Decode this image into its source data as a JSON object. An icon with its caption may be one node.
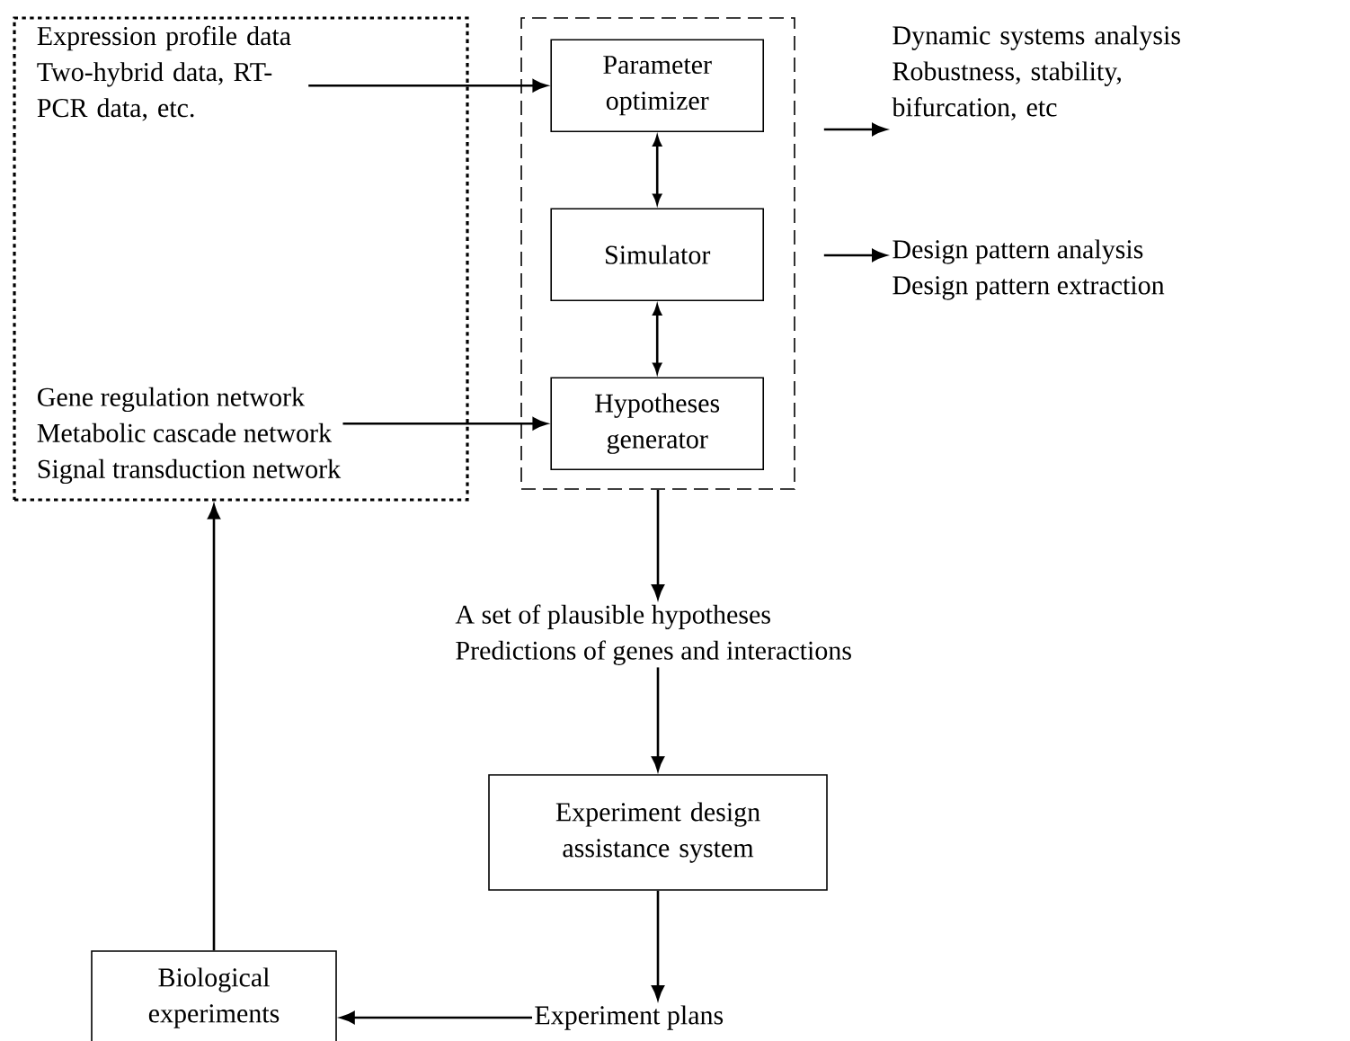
{
  "diagram": {
    "nodes": [
      {
        "text": [],
        "shape": "box"
      },
      {
        "text": [
          "Expression profile data",
          "Two-hybrid data, RT-PCR data, etc."
        ],
        "in": 0
      },
      {
        "text": [
          "Gene regulation network",
          "Metabolic cascade network",
          "Signal transduction network"
        ],
        "in": 0
      },
      {
        "text": [],
        "shape": "box"
      },
      {
        "text": [
          "Parameter optimizer"
        ],
        "in": 3
      },
      {
        "text": [
          "Simulator"
        ],
        "in": 3
      },
      {
        "text": [
          "Hypotheses generator"
        ],
        "in": 3
      },
      {
        "text": [
          "Dynamic systems analysis",
          "Robustness, stability, bifurcation, etc"
        ]
      },
      {
        "text": [
          "Design pattern analysis",
          "Design pattern extraction"
        ]
      },
      {
        "text": [
          "A set of plausible hypotheses",
          "Predictions of genes and interactions"
        ]
      },
      {
        "text": [
          "Experiment design assistance system"
        ]
      },
      {
        "text": [
          "Experiment plans"
        ]
      },
      {
        "text": [
          "Biological experiments"
        ]
      }
    ],
    "edges": [
      {
        "from": 1,
        "to": 4,
        "arrow": "to"
      },
      {
        "from": 2,
        "to": 6,
        "arrow": "to"
      },
      {
        "from": 4,
        "to": 5,
        "arrow": "both"
      },
      {
        "from": 5,
        "to": 6,
        "arrow": "both"
      },
      {
        "from": 3,
        "to": 7,
        "arrow": "to"
      },
      {
        "from": 3,
        "to": 8,
        "arrow": "to"
      },
      {
        "from": 3,
        "to": 9,
        "arrow": "to"
      },
      {
        "from": 9,
        "to": 10,
        "arrow": "to"
      },
      {
        "from": 10,
        "to": 11,
        "arrow": "to"
      },
      {
        "from": 11,
        "to": 12,
        "arrow": "to"
      },
      {
        "from": 12,
        "to": 0,
        "arrow": "to"
      }
    ]
  }
}
